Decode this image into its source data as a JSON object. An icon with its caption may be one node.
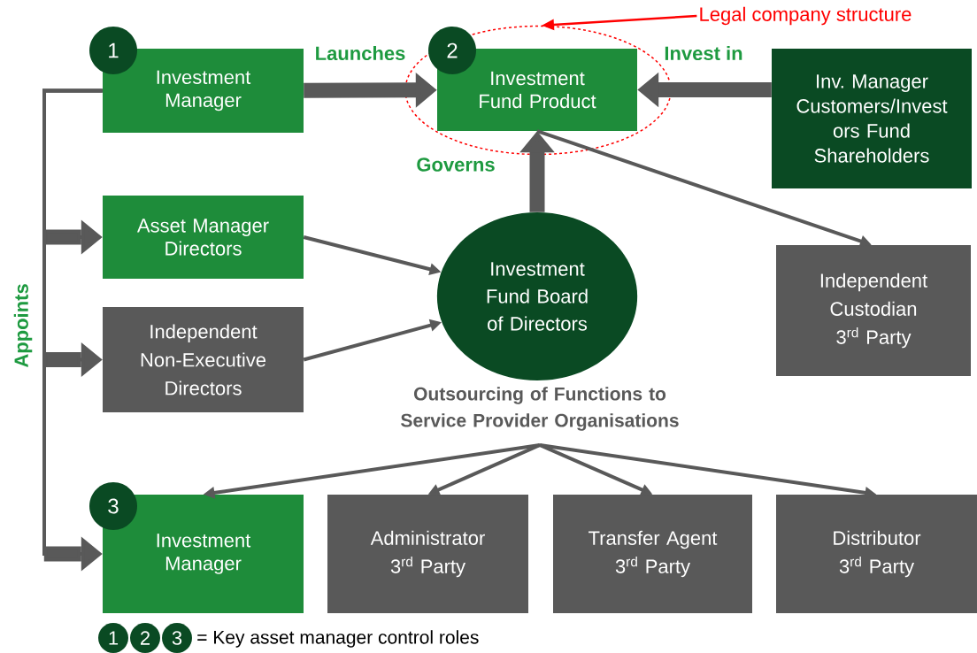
{
  "diagram": {
    "nodes": [
      {
        "text": [
          "1"
        ]
      },
      {
        "text": [
          "Investment Manager"
        ]
      },
      {
        "text": [
          "2"
        ],
        "in": 16
      },
      {
        "text": [
          "Investment Fund Product"
        ],
        "in": 16
      },
      {
        "text": [
          "Inv. Manager Customers/Invest ors Fund Shareholders"
        ]
      },
      {
        "text": [
          "Asset Manager Directors"
        ]
      },
      {
        "text": [
          "Investment Fund Board of Directors"
        ]
      },
      {
        "text": [
          "Independent Custodian 3$^{rd}$ Party"
        ]
      },
      {
        "text": [
          "Independent Non-Executive Directors"
        ]
      },
      {
        "text": [
          "Outsourcing of Functions to Service Provider Organisations"
        ]
      },
      {
        "text": [
          "3"
        ]
      },
      {
        "text": [
          "Investment Manager"
        ]
      },
      {
        "text": [
          "Administrator 3$^{rd}$ Party"
        ]
      },
      {
        "text": [
          "Transfer Agent 3$^{rd}$ Party"
        ]
      },
      {
        "text": [
          "Distributor 3$^{rd}$ Party"
        ]
      },
      {
        "text": [
          "Legal company structure"
        ]
      },
      {
        "text": [],
        "shape": "ellipse"
      }
    ],
    "edges": [
      {
        "from": 1,
        "to": 3,
        "arrow": "to",
        "style": "thick",
        "label": "Launches"
      },
      {
        "from": 4,
        "to": 3,
        "arrow": "to",
        "style": "thick",
        "label": "Invest in"
      },
      {
        "from": 6,
        "to": 3,
        "arrow": "to",
        "style": "thick",
        "label": "Governs"
      },
      {
        "from": 1,
        "to": 5,
        "arrow": "to"
      },
      {
        "from": 1,
        "to": 8,
        "arrow": "to",
        "label": "Appoints"
      },
      {
        "from": 1,
        "to": 11,
        "arrow": "to"
      },
      {
        "from": 5,
        "to": 6,
        "arrow": "to"
      },
      {
        "from": 8,
        "to": 6,
        "arrow": "to"
      },
      {
        "from": 3,
        "to": 7,
        "arrow": "to"
      },
      {
        "from": 9,
        "to": 11,
        "arrow": "to"
      },
      {
        "from": 9,
        "to": 12,
        "arrow": "to"
      },
      {
        "from": 9,
        "to": 13,
        "arrow": "to"
      },
      {
        "from": 9,
        "to": 14,
        "arrow": "to"
      },
      {
        "from": 15,
        "to": 16,
        "arrow": "to",
        "color": "#ff0000"
      }
    ],
    "labels": [
      "1",
      "2",
      "3",
      "= Key asset manager control roles"
    ]
  }
}
